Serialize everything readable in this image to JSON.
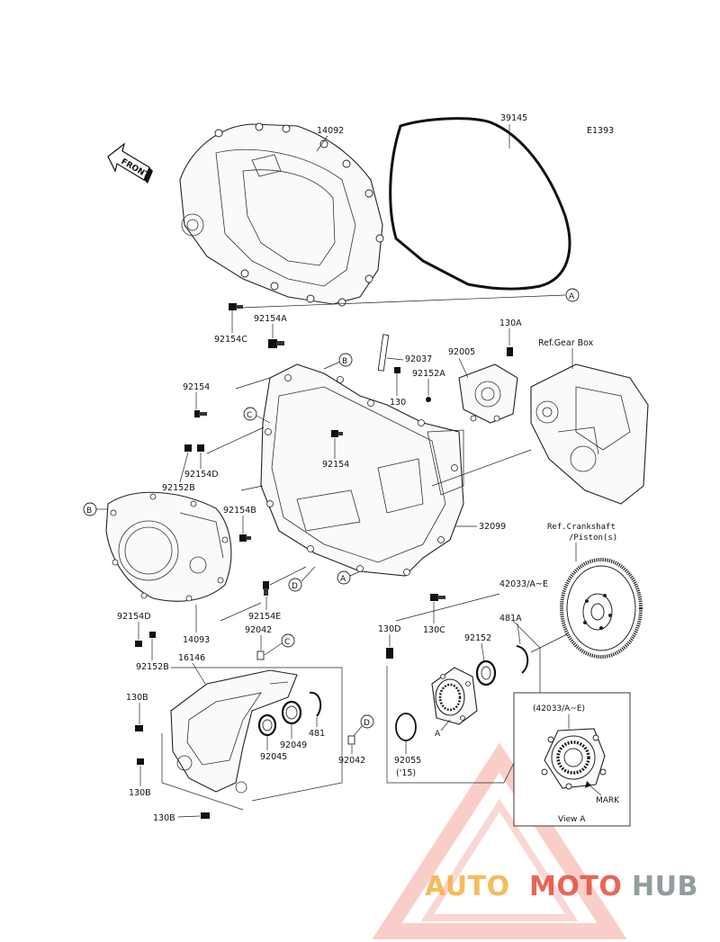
{
  "diagram_code": "E1393",
  "front_arrow_label": "FRONT",
  "reference_labels": {
    "gear_box": "Ref.Gear Box",
    "crankshaft_line1": "Ref.Crankshaft",
    "crankshaft_line2": "/Piston(s)"
  },
  "view_a": {
    "header": "(42033/A~E)",
    "mark_label": "MARK",
    "caption": "View A"
  },
  "callout_letters": {
    "a": "A",
    "b": "B",
    "c": "C",
    "d": "D"
  },
  "parts": {
    "p14092": "14092",
    "p39145": "39145",
    "p92154C": "92154C",
    "p92154A": "92154A",
    "p92037": "92037",
    "p92005": "92005",
    "p130A": "130A",
    "p92152A": "92152A",
    "p130": "130",
    "p92154_left": "92154",
    "p92154_mid": "92154",
    "p92154D_top": "92154D",
    "p92152B_top": "92152B",
    "p92154B": "92154B",
    "p32099": "32099",
    "p92154E": "92154E",
    "p92154D_bottom": "92154D",
    "p14093": "14093",
    "p92152B_bottom": "92152B",
    "p92042_top": "92042",
    "p16146": "16146",
    "p130B_1": "130B",
    "p481": "481",
    "p92049": "92049",
    "p92045": "92045",
    "p92042_right": "92042",
    "p130B_2": "130B",
    "p130B_3": "130B",
    "p130D": "130D",
    "p130C": "130C",
    "p42033AE": "42033/A~E",
    "p481A": "481A",
    "p92152": "92152",
    "p92055": "92055",
    "p92055_note": "('15)"
  },
  "watermark": {
    "part1": "AUTO",
    "part2": "MOTO",
    "part3": "HUB",
    "color_orange": "#f5b041",
    "color_red": "#e74c3c",
    "color_gray": "#7f8c8d"
  }
}
